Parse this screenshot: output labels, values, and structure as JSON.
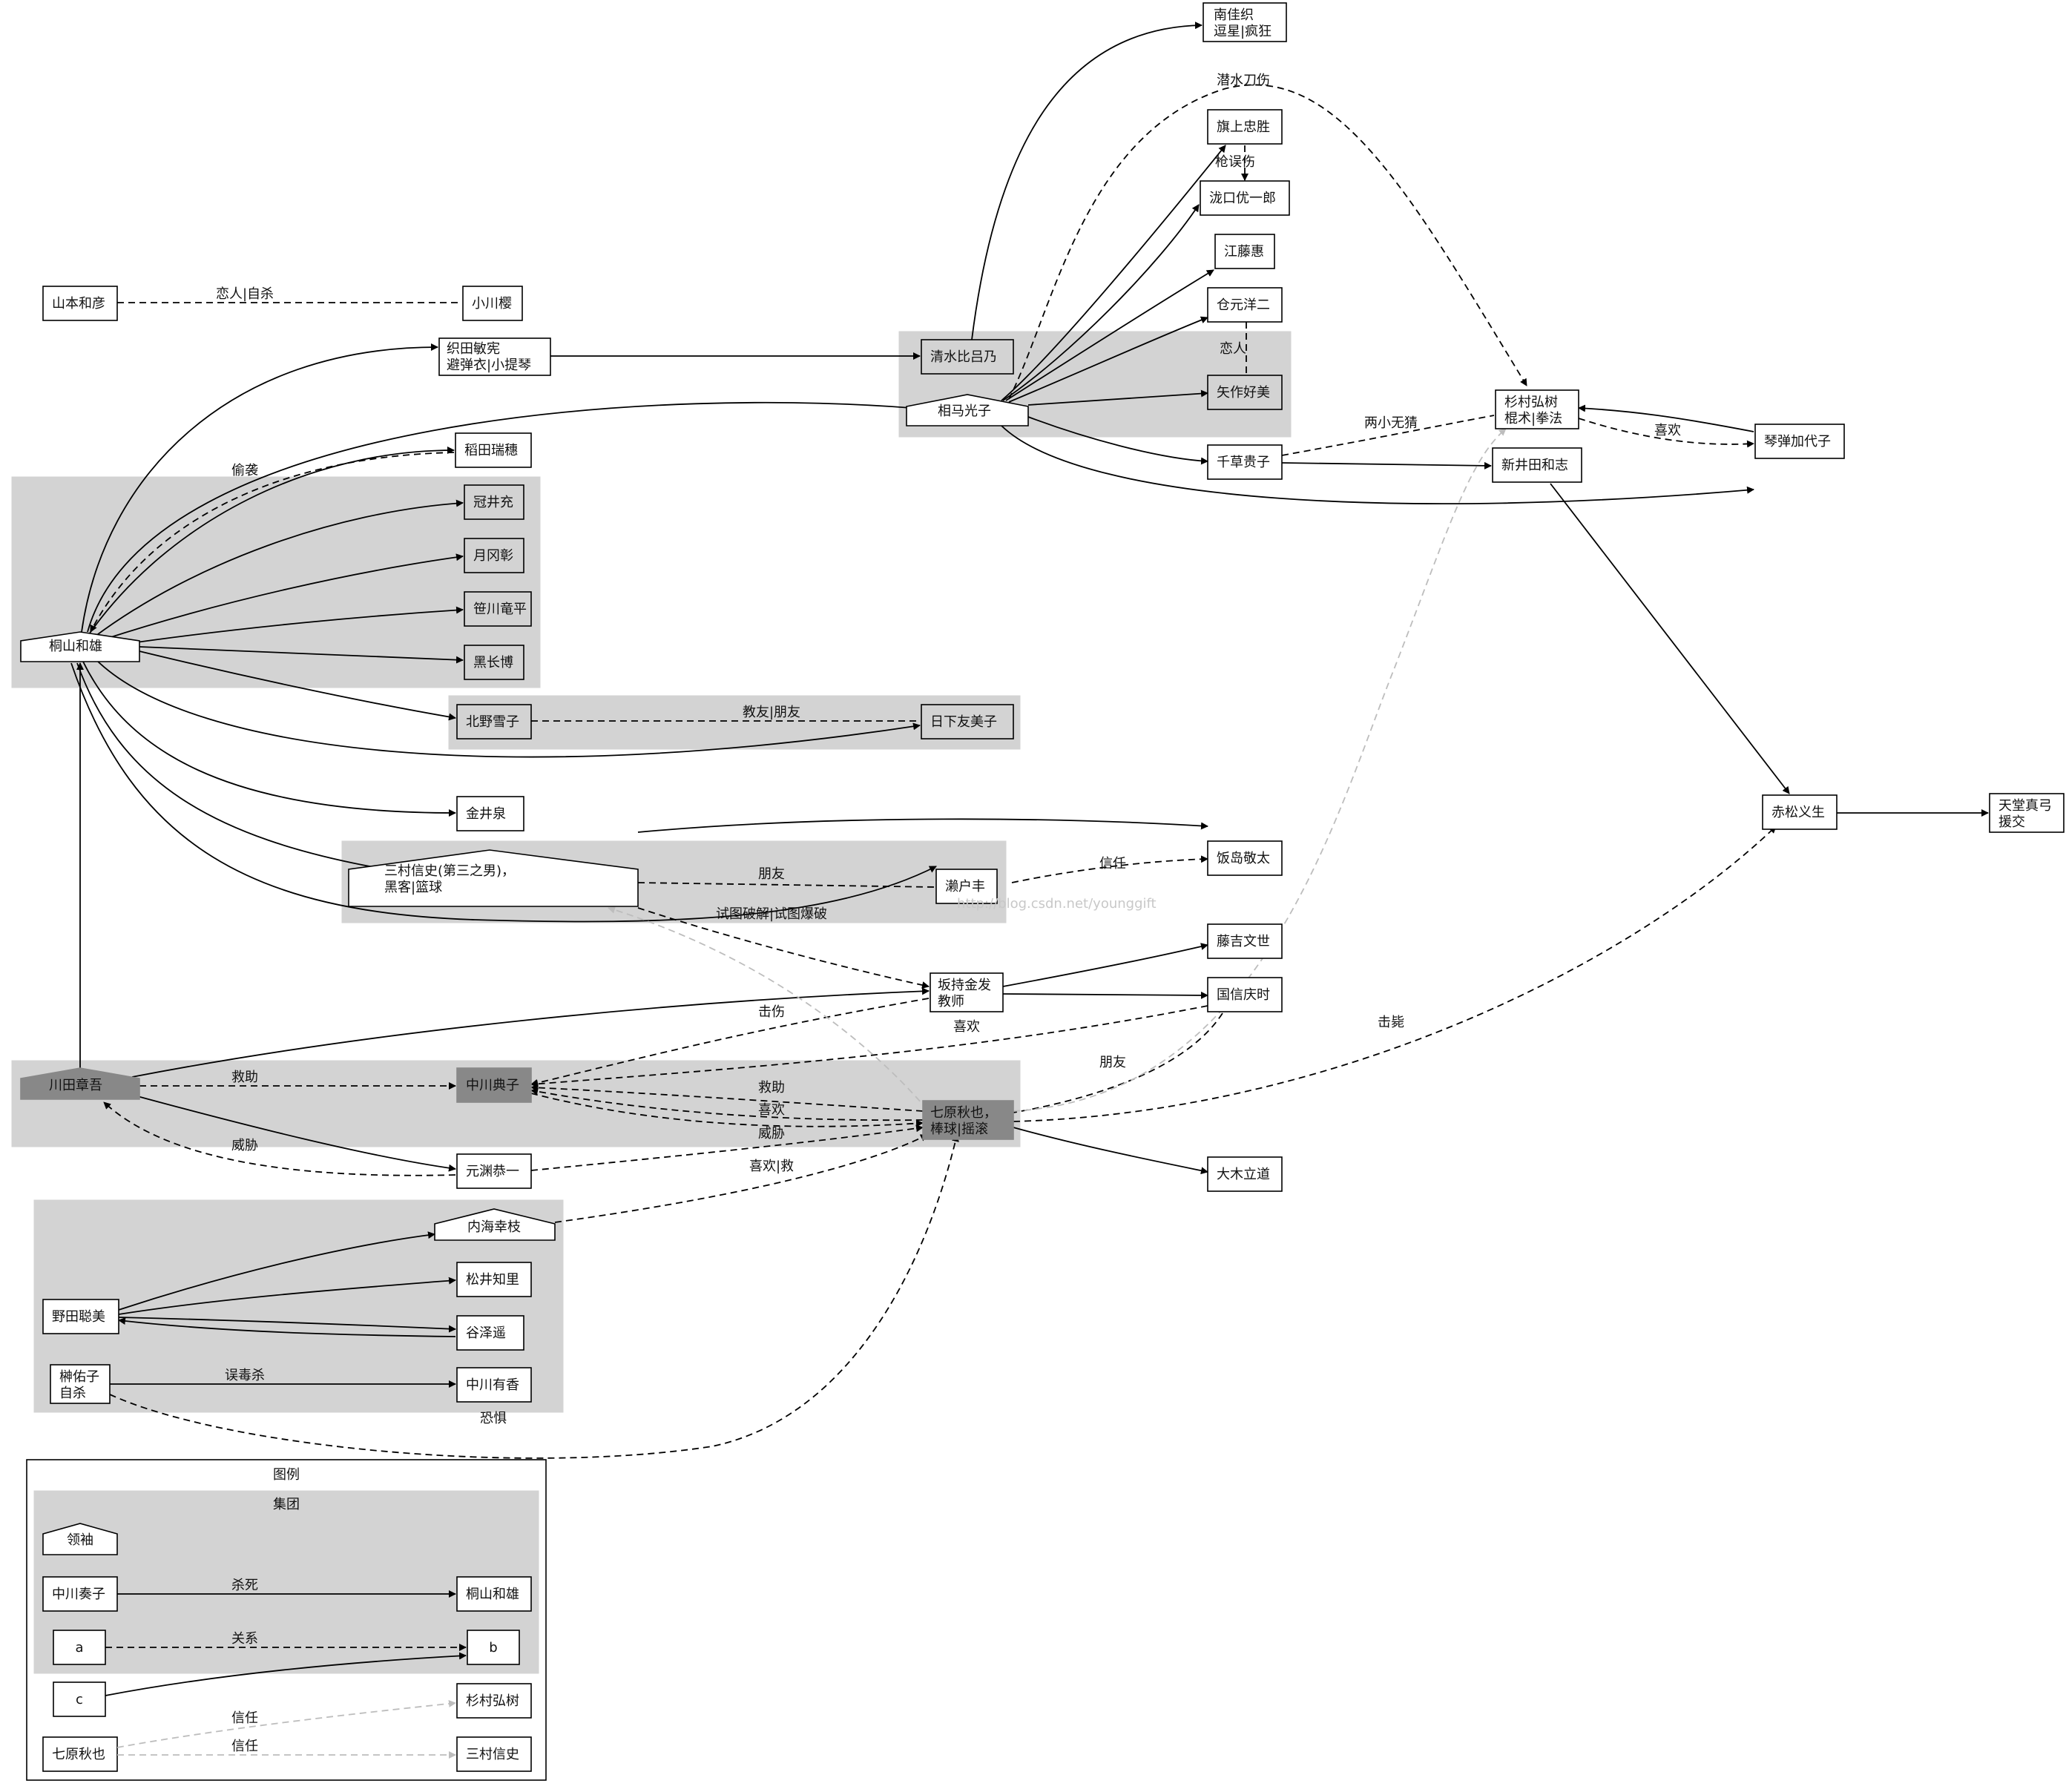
{
  "legend": {
    "title": "图例",
    "group_label": "集团",
    "leader_label": "领袖",
    "kill_from": "中川奏子",
    "kill_label": "杀死",
    "kill_to": "桐山和雄",
    "rel_from": "a",
    "rel_label": "关系",
    "rel_to": "b",
    "c_label": "c",
    "trust_from": "七原秋也",
    "trust_label_1": "信任",
    "trust_to_1": "杉村弘树",
    "trust_label_2": "信任",
    "trust_to_2": "三村信史"
  },
  "watermark": "http://blog.csdn.net/younggift",
  "nodes": {
    "yamamoto": "山本和彦",
    "ogawa": "小川樱",
    "oda": "织田敏宪|避弹衣|小提琴",
    "shimizu": "清水比吕乃",
    "souma": "相马光子",
    "minami": "南佳织|逗星|疯狂",
    "hatagami": "旗上忠胜",
    "takiguchi": "泷口优一郎",
    "eto": "江藤惠",
    "kuramoto": "仓元洋二",
    "yahagi": "矢作好美",
    "chigusa": "千草贵子",
    "sugimura": "杉村弘树|棍术|拳法",
    "niida": "新井田和志",
    "kotohiki": "琴弹加代子",
    "inada": "稻田瑞穗",
    "numai": "冠井充",
    "tsukioka": "月冈彰",
    "sasagawa": "笹川竜平",
    "kuronaga": "黑长博",
    "kiriyama": "桐山和雄",
    "kitano": "北野雪子",
    "kusaka": "日下友美子",
    "kanai": "金井泉",
    "mimura": "三村信史(第三之男)，|黑客|篮球",
    "seto": "濑户丰",
    "iijima": "饭岛敬太",
    "sakamochi": "坂持金发|教师",
    "fujiyoshi": "藤吉文世",
    "kuninobu": "国信庆时",
    "akamatsu": "赤松义生",
    "amadou": "天堂真弓|援交",
    "kawada": "川田章吾",
    "noriko": "中川典子",
    "shuya": "七原秋也，|棒球|摇滚",
    "motobuchi": "元渊恭一",
    "oki": "大木立道",
    "utsumi": "内海幸枝",
    "matsui": "松井知里",
    "noda": "野田聪美",
    "tanizawa": "谷泽遥",
    "sakaki": "榊佑子|自杀",
    "yuka": "中川有香"
  },
  "edge_labels": {
    "yamamoto_ogawa": "恋人|自杀",
    "kiriyama_inada": "偷袭",
    "kitano_kusaka": "教友|朋友",
    "mimura_seto": "朋友",
    "seto_iijima": "信任",
    "mimura_sakamochi": "试图破解|试图爆破",
    "kuninobu_noriko": "喜欢",
    "kuninobu_shuya": "朋友",
    "shuya_akamatsu": "击毙",
    "hatagami_takiguchi": "枪误伤",
    "souma_sugimura": "潜水刀伤",
    "kuramoto_yahagi": "恋人",
    "chigusa_sugimura": "两小无猜",
    "sugimura_kotohiki": "喜欢",
    "sakamochi_noriko": "击伤",
    "kawada_noriko": "救助",
    "shuya_noriko_1": "救助",
    "shuya_noriko_2": "喜欢",
    "shuya_kawada": "威胁",
    "noriko_shuya": "威胁",
    "motobuchi_shuya": "喜欢|救",
    "sakaki_yuka": "误毒杀",
    "sakaki_shuya": "恐惧"
  }
}
